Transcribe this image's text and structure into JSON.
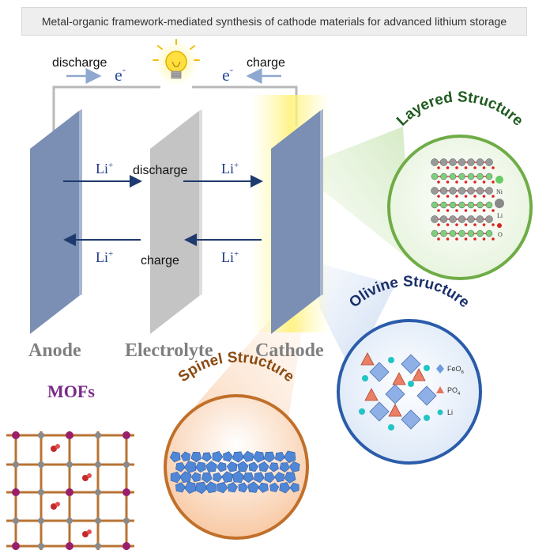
{
  "title": "Metal-organic framework-mediated synthesis of cathode materials for advanced lithium storage",
  "circuit": {
    "discharge_label": "discharge",
    "charge_label": "charge",
    "electron_left": "e",
    "electron_right": "e",
    "electron_sup": "-"
  },
  "ion_flow": {
    "li_base": "Li",
    "li_sup": "+",
    "discharge_label": "discharge",
    "charge_label": "charge"
  },
  "electrodes": {
    "anode": "Anode",
    "electrolyte": "Electrolyte",
    "cathode": "Cathode"
  },
  "mofs": {
    "title": "MOFs"
  },
  "layered": {
    "title": "Layered Structure",
    "legend": [
      {
        "label": "Ni",
        "color": "#66cc66"
      },
      {
        "label": "Li",
        "color": "#888888"
      },
      {
        "label": "O",
        "color": "#dd2222"
      }
    ]
  },
  "olivine": {
    "title": "Olivine Structure",
    "legend": [
      {
        "label": "FeO",
        "sub": "6",
        "color": "#6f9be0"
      },
      {
        "label": "PO",
        "sub": "4",
        "color": "#e8735a"
      },
      {
        "label": "Li",
        "sub": "",
        "color": "#22c4c4"
      }
    ]
  },
  "spinel": {
    "title": "Spinel Structure"
  },
  "colors": {
    "layered_ring": "#6fac46",
    "olivine_ring": "#2b5caa",
    "spinel_ring": "#c0702a",
    "mofs_title": "#7a2a8a",
    "electrode": "#7a8fb3",
    "label_gray": "#7f7f7f",
    "li_blue": "#1f3a8a"
  }
}
